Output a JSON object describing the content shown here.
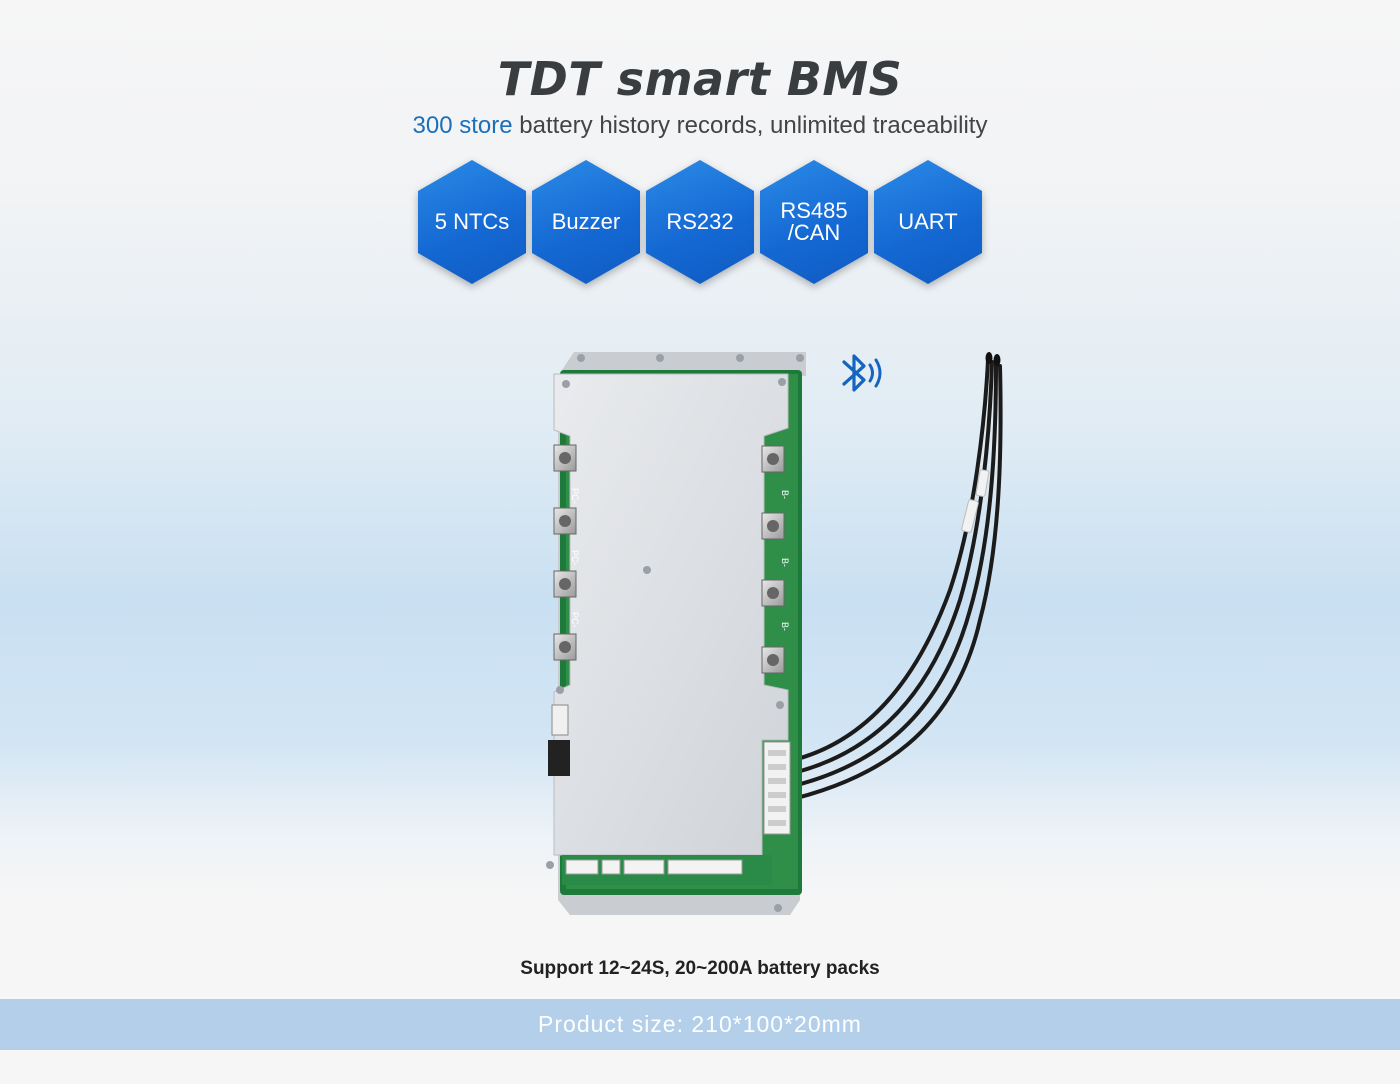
{
  "header": {
    "title": "TDT smart BMS",
    "subtitle_accent": "300 store",
    "subtitle_rest": " battery history records, unlimited traceability"
  },
  "features": [
    {
      "label": "5 NTCs"
    },
    {
      "label": "Buzzer"
    },
    {
      "label": "RS232"
    },
    {
      "label": "RS485\n/CAN"
    },
    {
      "label": "UART"
    }
  ],
  "product_image": {
    "icons": [
      "bluetooth-icon"
    ],
    "pcb_labels": [
      "PC-",
      "PC-",
      "PC-",
      "B-",
      "B-",
      "B-"
    ]
  },
  "support_text": "Support 12~24S, 20~200A battery packs",
  "size_band": "Product size: 210*100*20mm",
  "colors": {
    "accent": "#1c6fb8",
    "hex_blue": "#1467d2",
    "band": "#b3cfea",
    "title": "#3a3d40"
  }
}
